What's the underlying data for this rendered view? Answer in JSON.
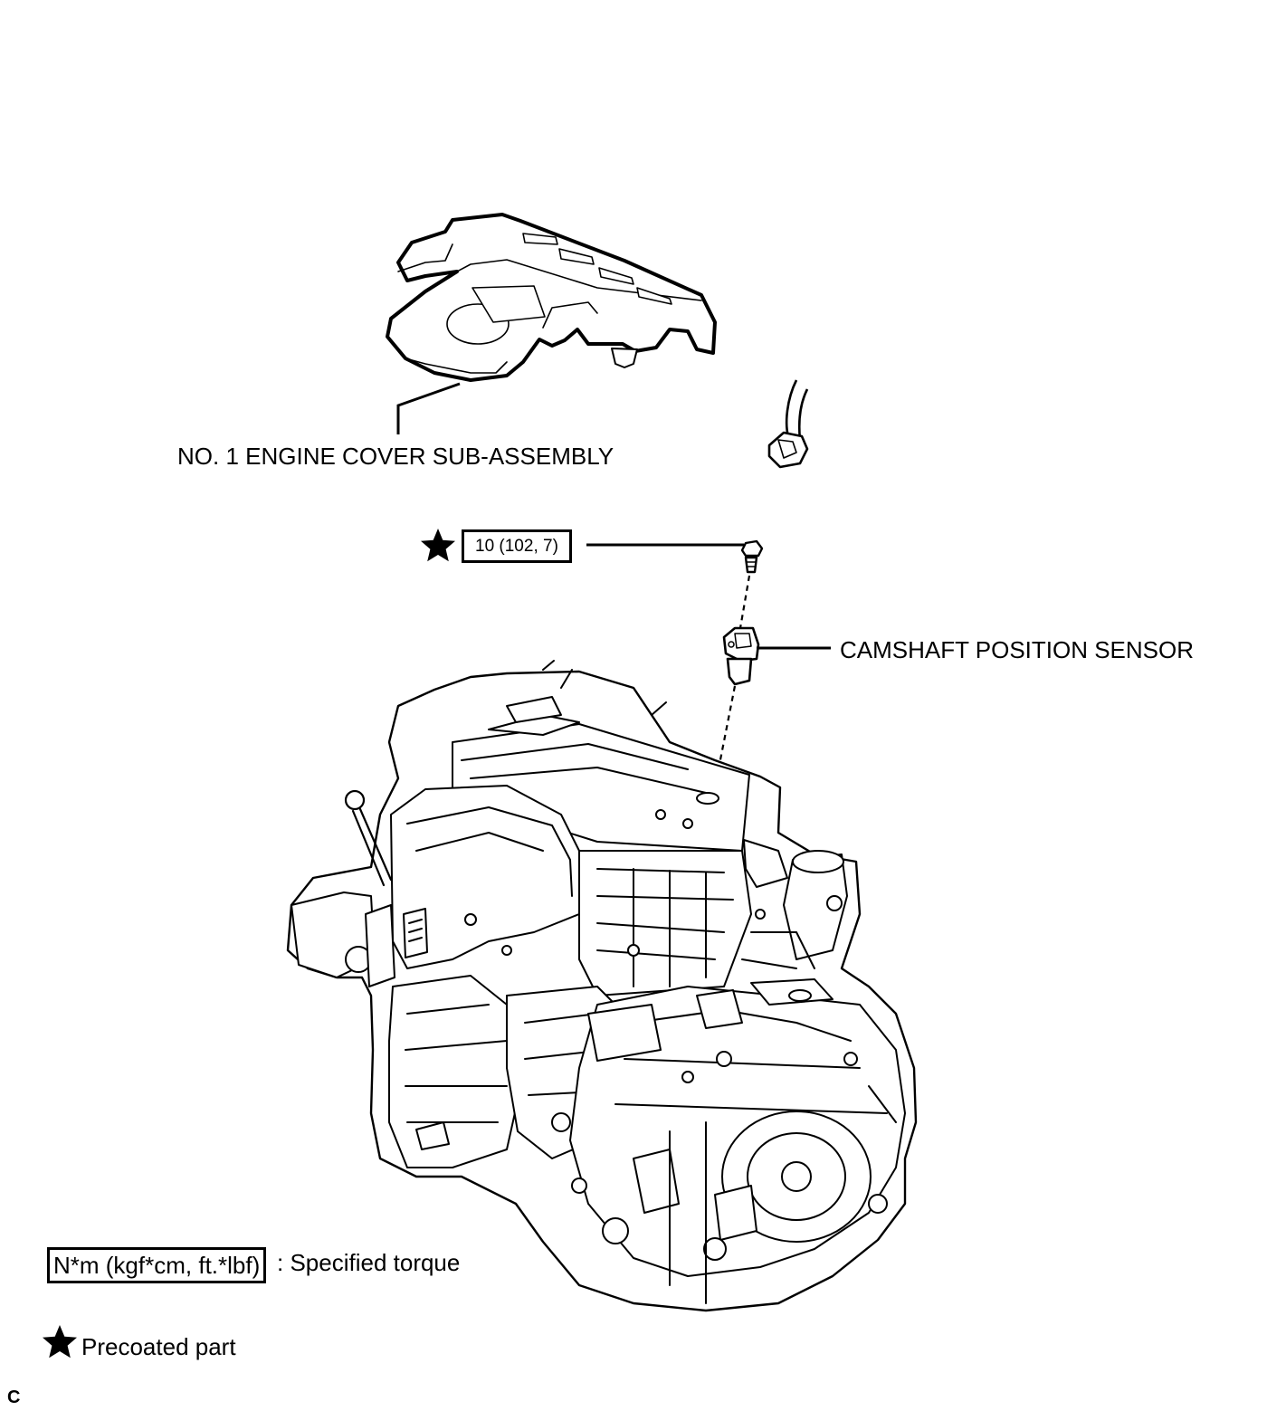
{
  "labels": {
    "engine_cover": "NO. 1 ENGINE COVER SUB-ASSEMBLY",
    "camshaft_sensor": "CAMSHAFT POSITION SENSOR"
  },
  "torque": {
    "bolt_value": "10 (102, 7)"
  },
  "legend": {
    "torque_unit": "N*m (kgf*cm, ft.*lbf)",
    "torque_desc": ": Specified torque",
    "precoated_desc": "Precoated part"
  },
  "footer": {
    "code": "C"
  },
  "icons": {
    "precoat": "star-icon"
  }
}
